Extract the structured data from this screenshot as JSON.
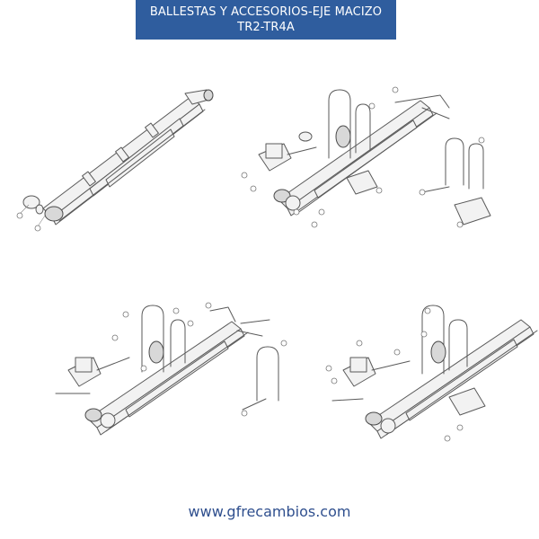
{
  "header": {
    "line1": "BALLESTAS Y ACCESORIOS-EJE MACIZO",
    "line2": "TR2-TR4A"
  },
  "footer": {
    "url": "www.gfrecambios.com"
  },
  "colors": {
    "header_bg": "#2f5d9e",
    "header_text": "#ffffff",
    "footer_text": "#2f4f8e",
    "line_art": "#5a5a5a"
  }
}
